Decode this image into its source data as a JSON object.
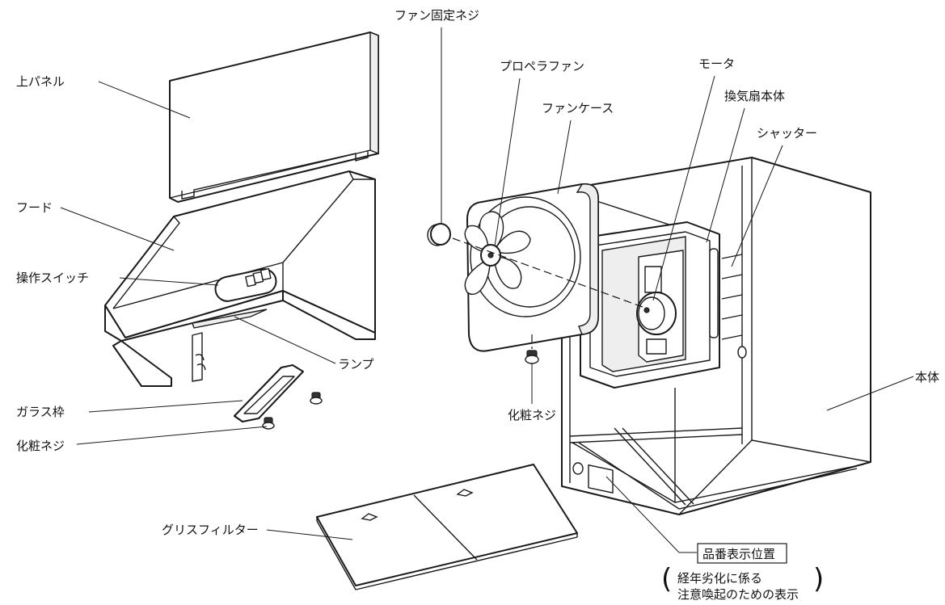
{
  "labels": {
    "top_panel": "上パネル",
    "hood": "フード",
    "operation_switch": "操作スイッチ",
    "lamp": "ランプ",
    "glass_frame": "ガラス枠",
    "decorative_screw_left": "化粧ネジ",
    "grease_filter": "グリスフィルター",
    "fan_fixing_screw": "ファン固定ネジ",
    "propeller_fan": "プロペラファン",
    "fan_case": "ファンケース",
    "decorative_screw_center": "化粧ネジ",
    "motor": "モータ",
    "fan_body": "換気扇本体",
    "shutter": "シャッター",
    "main_body": "本体",
    "product_number_position": "品番表示位置",
    "note_line1": "経年劣化に係る",
    "note_line2": "注意喚起のための表示"
  }
}
